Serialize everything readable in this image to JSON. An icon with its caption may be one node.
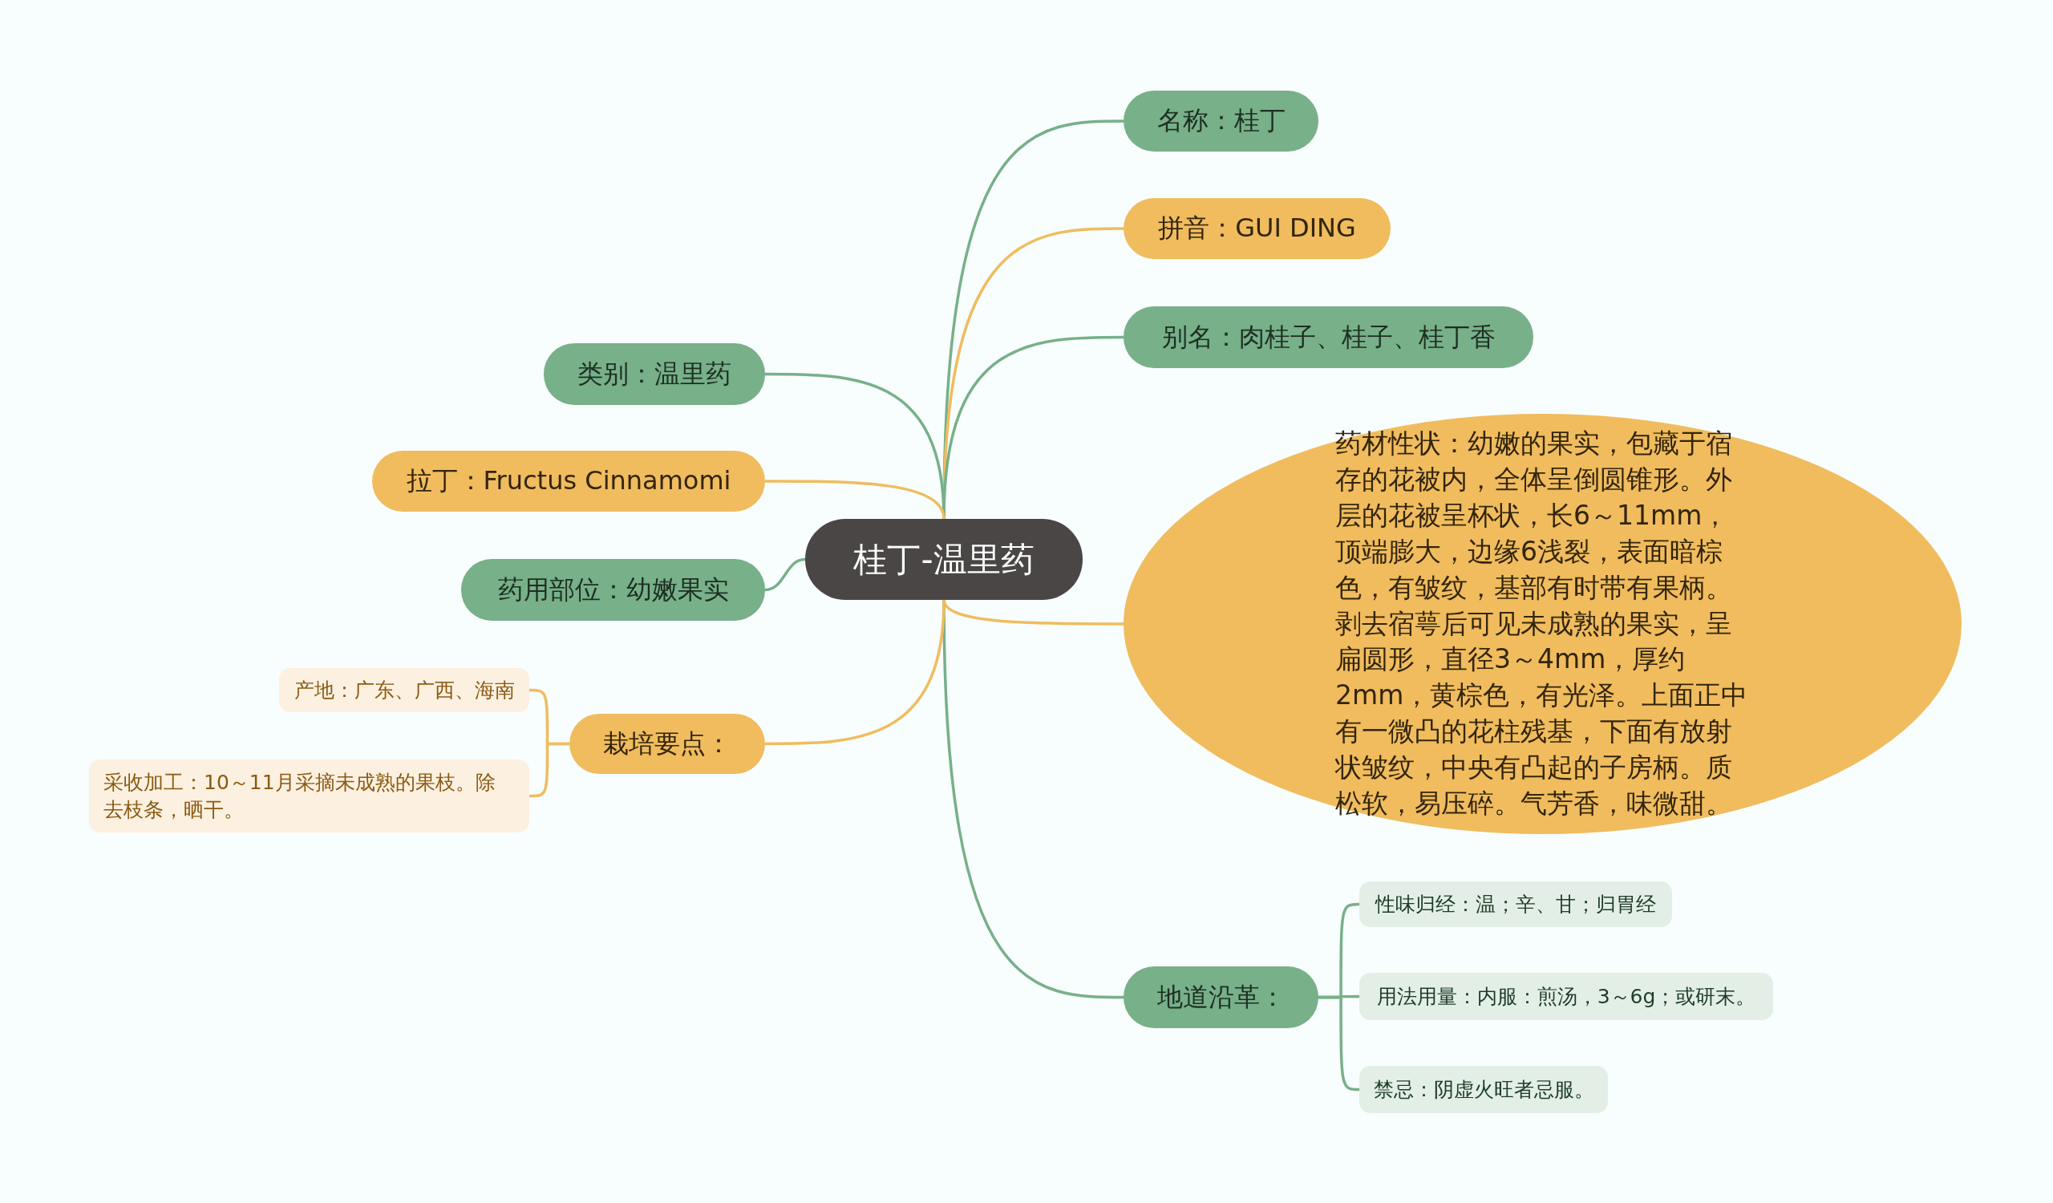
{
  "diagram": {
    "nodes": [
      {
        "text": [
          "桂丁-温里药"
        ]
      },
      {
        "text": [
          "名称：桂丁"
        ]
      },
      {
        "text": [
          "拼音：GUI DING"
        ]
      },
      {
        "text": [
          "别名：肉桂子、桂子、桂丁香"
        ]
      },
      {
        "text": [
          "药材性状：幼嫩的果实，包藏于宿存的花被内，全体呈倒圆锥形。外层的花被呈杯状，长6～11mm，顶端膨大，边缘6浅裂，表面暗棕色，有皱纹，基部有时带有果柄。剥去宿萼后可见未成熟的果实，呈扁圆形，直径3～4mm，厚约2mm，黄棕色，有光泽。上面正中有一微凸的花柱残基，下面有放射状皱纹，中央有凸起的子房柄。质松软，易压碎。气芳香，味微甜。"
        ]
      },
      {
        "text": [
          "地道沿革："
        ]
      },
      {
        "text": [
          "性味归经：温；辛、甘；归胃经"
        ]
      },
      {
        "text": [
          "用法用量：内服：煎汤，3～6g；或研末。"
        ]
      },
      {
        "text": [
          "禁忌：阴虚火旺者忌服。"
        ]
      },
      {
        "text": [
          "类别：温里药"
        ]
      },
      {
        "text": [
          "拉丁：Fructus Cinnamomi"
        ]
      },
      {
        "text": [
          "药用部位：幼嫩果实"
        ]
      },
      {
        "text": [
          "栽培要点："
        ]
      },
      {
        "text": [
          "产地：广东、广西、海南"
        ]
      },
      {
        "text": [
          "采收加工：10～11月采摘未成熟的果枝。除去枝条，晒干。"
        ]
      }
    ],
    "edges": [
      {
        "from": 0,
        "to": 1,
        "arrow": "none"
      },
      {
        "from": 0,
        "to": 2,
        "arrow": "none",
        "color": "#f0bc5e"
      },
      {
        "from": 0,
        "to": 3,
        "arrow": "none"
      },
      {
        "from": 0,
        "to": 4,
        "arrow": "none",
        "color": "#f0bc5e"
      },
      {
        "from": 0,
        "to": 5,
        "arrow": "none"
      },
      {
        "from": 5,
        "to": 6,
        "arrow": "none"
      },
      {
        "from": 5,
        "to": 7,
        "arrow": "none"
      },
      {
        "from": 5,
        "to": 8,
        "arrow": "none"
      },
      {
        "from": 0,
        "to": 9,
        "arrow": "none"
      },
      {
        "from": 0,
        "to": 10,
        "arrow": "none",
        "color": "#f0bc5e"
      },
      {
        "from": 0,
        "to": 11,
        "arrow": "none"
      },
      {
        "from": 0,
        "to": 12,
        "arrow": "none",
        "color": "#f0bc5e"
      },
      {
        "from": 12,
        "to": 13,
        "arrow": "none",
        "color": "#f0bc5e"
      },
      {
        "from": 12,
        "to": 14,
        "arrow": "none",
        "color": "#f0bc5e"
      }
    ]
  }
}
